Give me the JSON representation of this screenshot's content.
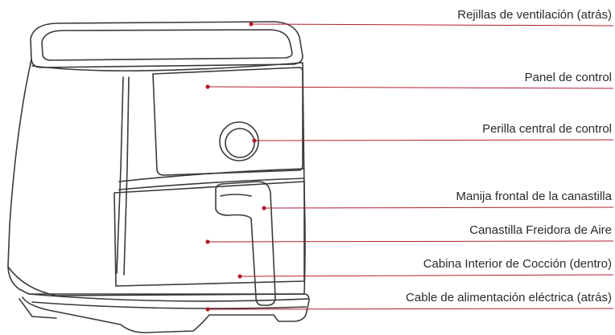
{
  "colors": {
    "outline": "#3a3a3a",
    "leader_line": "#b01e2d",
    "dot": "#b01e2d",
    "label_text": "#2a2a2a",
    "background": "#ffffff"
  },
  "callouts": [
    {
      "id": "vents",
      "label": "Rejillas de ventilación (atrás)"
    },
    {
      "id": "control-panel",
      "label": "Panel de control"
    },
    {
      "id": "control-knob",
      "label": "Perilla central de control"
    },
    {
      "id": "basket-handle",
      "label": "Manija frontal de la canastilla"
    },
    {
      "id": "basket",
      "label": "Canastilla Freidora de Aire"
    },
    {
      "id": "cooking-chamber",
      "label": "Cabina Interior de Cocción (dentro)"
    },
    {
      "id": "power-cord",
      "label": "Cable de alimentación eléctrica (atrás)"
    }
  ]
}
